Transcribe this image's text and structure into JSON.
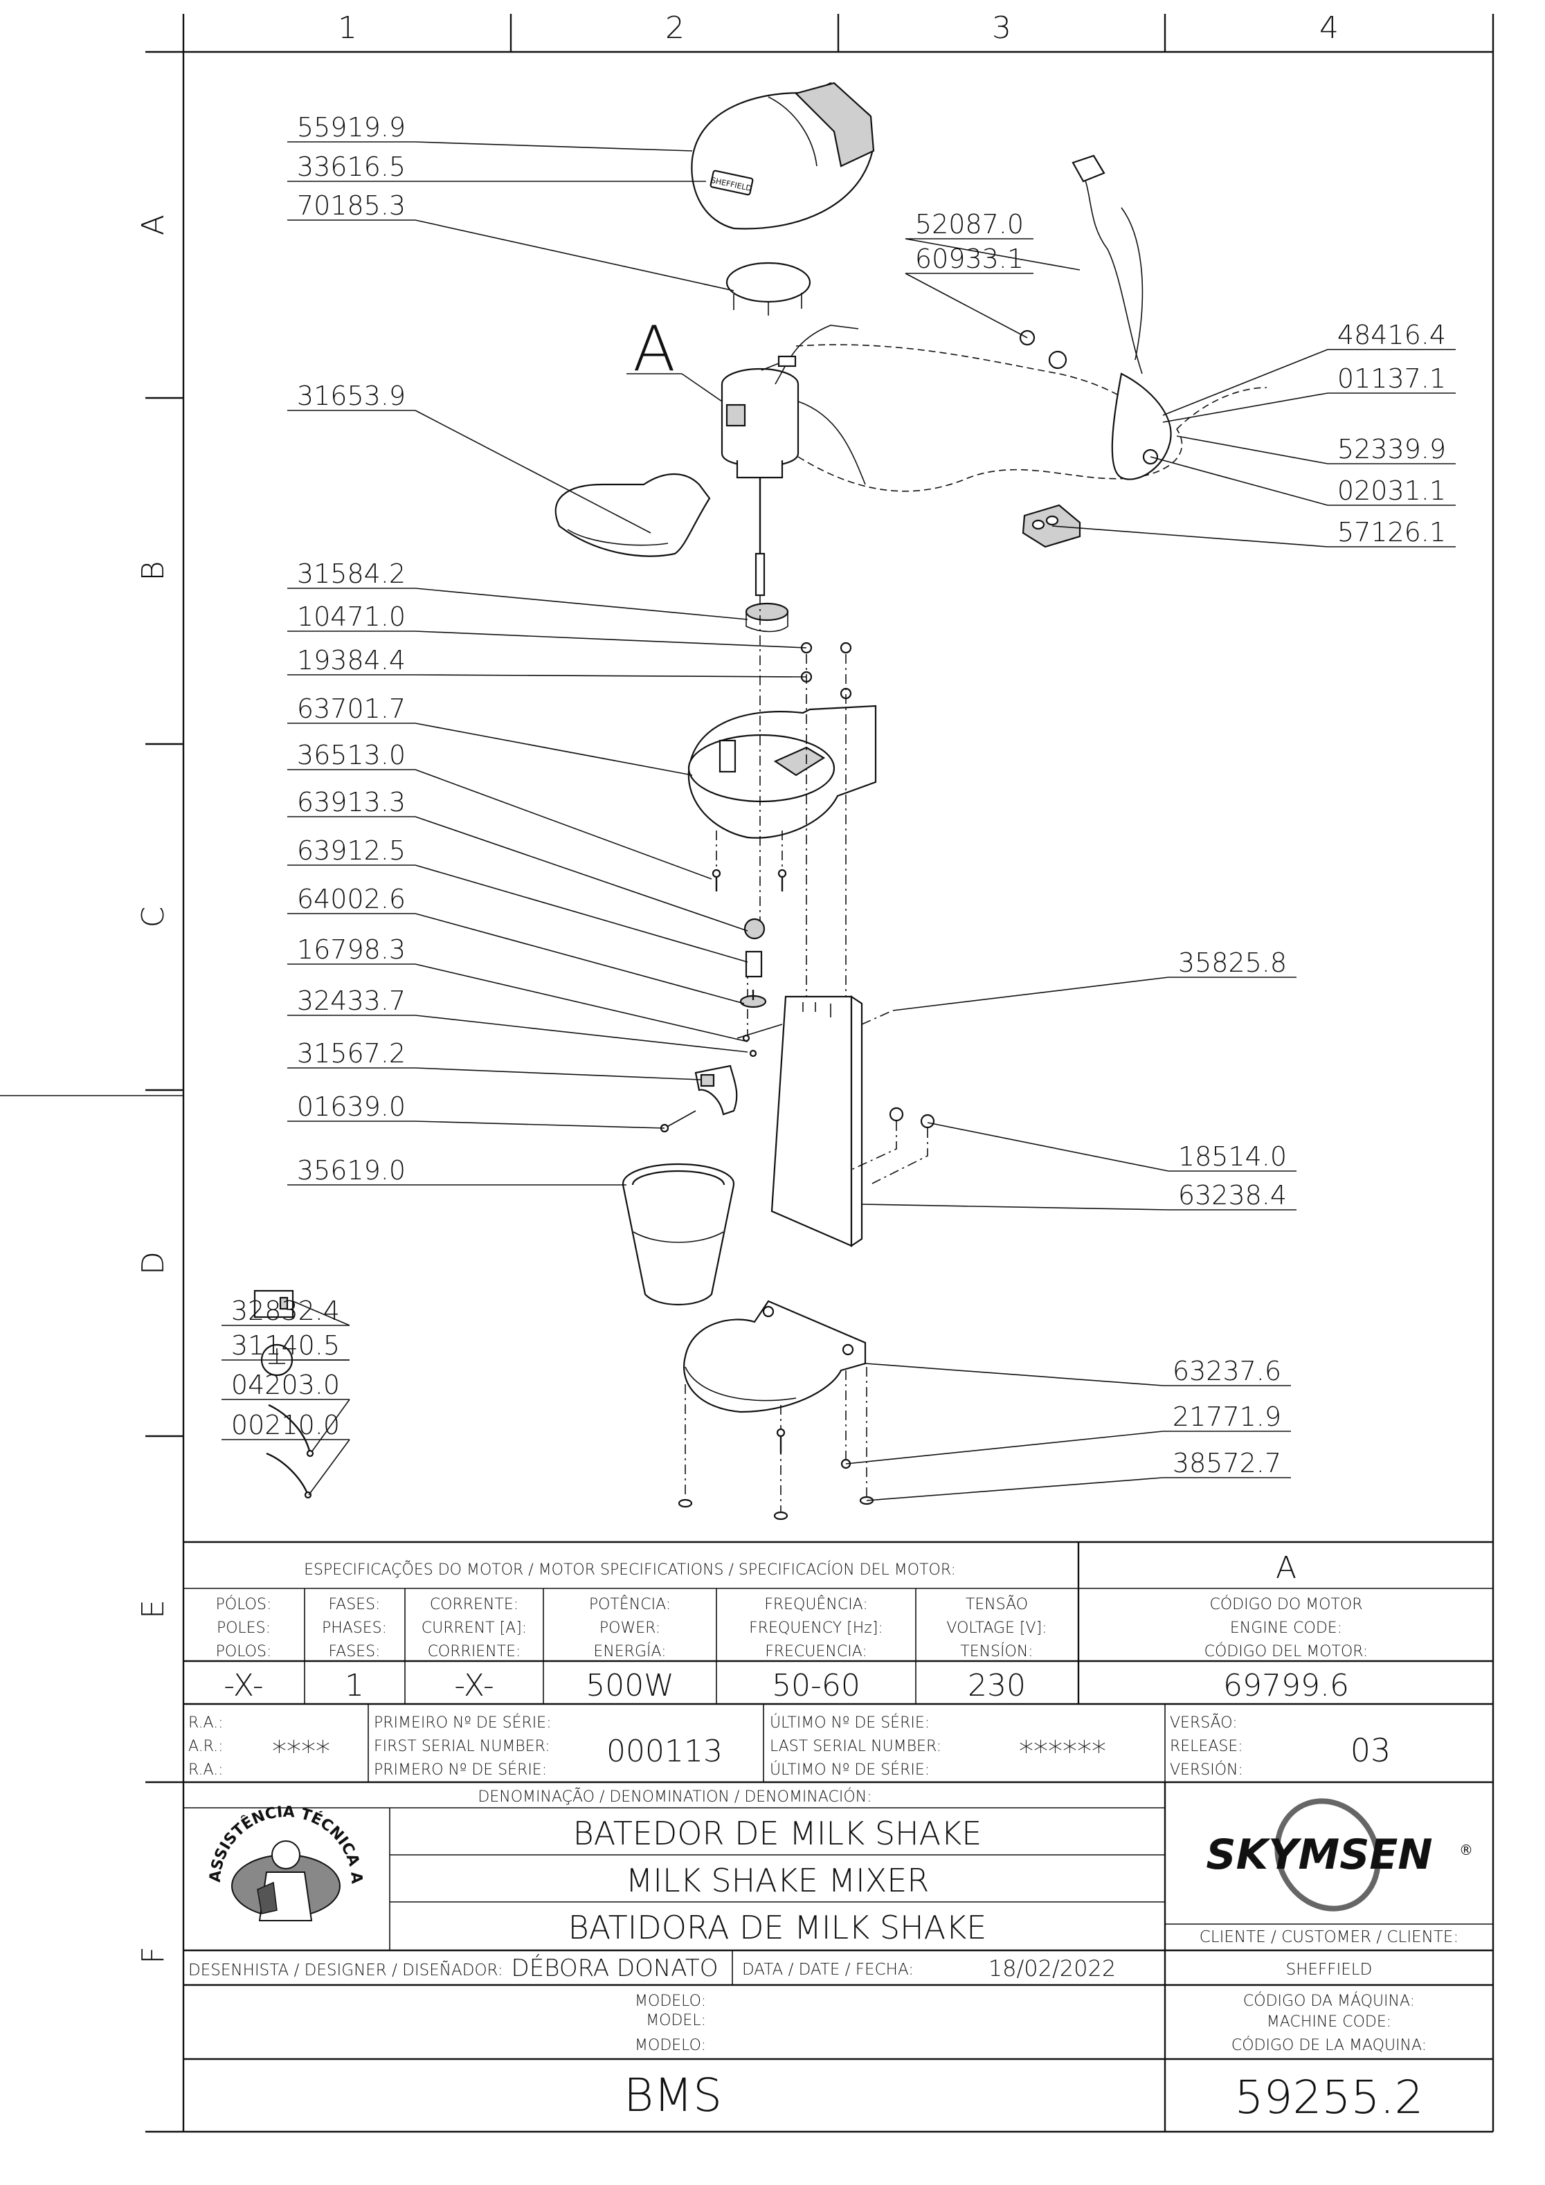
{
  "grid": {
    "columns": [
      "1",
      "2",
      "3",
      "4"
    ],
    "rows": [
      "A",
      "B",
      "C",
      "D",
      "E",
      "F"
    ]
  },
  "callouts": [
    {
      "code": "55919.9",
      "side": "left"
    },
    {
      "code": "33616.5",
      "side": "left"
    },
    {
      "code": "70185.3",
      "side": "left"
    },
    {
      "code": "31653.9",
      "side": "left"
    },
    {
      "code": "31584.2",
      "side": "left"
    },
    {
      "code": "10471.0",
      "side": "left"
    },
    {
      "code": "19384.4",
      "side": "left"
    },
    {
      "code": "63701.7",
      "side": "left"
    },
    {
      "code": "36513.0",
      "side": "left"
    },
    {
      "code": "63913.3",
      "side": "left"
    },
    {
      "code": "63912.5",
      "side": "left"
    },
    {
      "code": "64002.6",
      "side": "left"
    },
    {
      "code": "16798.3",
      "side": "left"
    },
    {
      "code": "32433.7",
      "side": "left"
    },
    {
      "code": "31567.2",
      "side": "left"
    },
    {
      "code": "01639.0",
      "side": "left"
    },
    {
      "code": "35619.0",
      "side": "left"
    },
    {
      "code": "32832.4",
      "side": "left"
    },
    {
      "code": "31140.5",
      "side": "left"
    },
    {
      "code": "04203.0",
      "side": "left"
    },
    {
      "code": "00210.0",
      "side": "left"
    },
    {
      "code": "52087.0",
      "side": "right"
    },
    {
      "code": "60933.1",
      "side": "right"
    },
    {
      "code": "48416.4",
      "side": "right"
    },
    {
      "code": "01137.1",
      "side": "right"
    },
    {
      "code": "52339.9",
      "side": "right"
    },
    {
      "code": "02031.1",
      "side": "right"
    },
    {
      "code": "57126.1",
      "side": "right"
    },
    {
      "code": "35825.8",
      "side": "right"
    },
    {
      "code": "18514.0",
      "side": "right"
    },
    {
      "code": "63238.4",
      "side": "right"
    },
    {
      "code": "63237.6",
      "side": "right"
    },
    {
      "code": "21771.9",
      "side": "right"
    },
    {
      "code": "38572.7",
      "side": "right"
    }
  ],
  "motor_marker": "A",
  "nameplate_text": "SHEFFIELD",
  "motor_spec": {
    "header": "ESPECIFICAÇÕES DO MOTOR / MOTOR SPECIFICATIONS / SPECIFICACÍON DEL MOTOR:",
    "code_header": "A",
    "columns": [
      {
        "label": [
          "PÓLOS:",
          "POLES:",
          "POLOS:"
        ],
        "value": "-X-"
      },
      {
        "label": [
          "FASES:",
          "PHASES:",
          "FASES:"
        ],
        "value": "1"
      },
      {
        "label": [
          "CORRENTE:",
          "CURRENT [A]:",
          "CORRIENTE:"
        ],
        "value": "-X-"
      },
      {
        "label": [
          "POTÊNCIA:",
          "POWER:",
          "ENERGÍA:"
        ],
        "value": "500W"
      },
      {
        "label": [
          "FREQUÊNCIA:",
          "FREQUENCY [Hz]:",
          "FRECUENCIA:"
        ],
        "value": "50-60"
      },
      {
        "label": [
          "TENSÃO",
          "VOLTAGE [V]:",
          "TENSÍON:"
        ],
        "value": "230"
      },
      {
        "label": [
          "CÓDIGO DO MOTOR",
          "ENGINE CODE:",
          "CÓDIGO DEL MOTOR:"
        ],
        "value": "69799.6"
      }
    ]
  },
  "serial": {
    "ra_labels": [
      "R.A.:",
      "A.R.:",
      "R.A.:"
    ],
    "ra_value": "****",
    "first_labels": [
      "PRIMEIRO Nº DE SÉRIE:",
      "FIRST SERIAL NUMBER:",
      "PRIMERO Nº DE SÉRIE:"
    ],
    "first_value": "000113",
    "last_labels": [
      "ÚLTIMO Nº DE SÉRIE:",
      "LAST SERIAL NUMBER:",
      "ÚLTIMO Nº DE SÉRIE:"
    ],
    "last_value": "******",
    "version_labels": [
      "VERSÃO:",
      "RELEASE:",
      "VERSIÓN:"
    ],
    "version_value": "03"
  },
  "denomination": {
    "header": "DENOMINAÇÃO / DENOMINATION / DENOMINACIÓN:",
    "lines": [
      "BATEDOR DE MILK SHAKE",
      "MILK SHAKE MIXER",
      "BATIDORA DE MILK SHAKE"
    ]
  },
  "seal": {
    "text": "ASSISTÊNCIA TÉCNICA AUTORIZADA"
  },
  "brand": {
    "name": "SKYMSEN",
    "mark": "®"
  },
  "client": {
    "label": "CLIENTE / CUSTOMER / CLIENTE:",
    "value": "SHEFFIELD"
  },
  "designer": {
    "label": "DESENHISTA / DESIGNER / DISEÑADOR:",
    "value": "DÉBORA DONATO"
  },
  "date": {
    "label": "DATA / DATE / FECHA:",
    "value": "18/02/2022"
  },
  "model": {
    "labels": [
      "MODELO:",
      "MODEL:",
      "MODELO:"
    ],
    "value": "BMS"
  },
  "machine_code": {
    "labels": [
      "CÓDIGO DA MÁQUINA:",
      "MACHINE CODE:",
      "CÓDIGO DE LA MAQUINA:"
    ],
    "value": "59255.2"
  }
}
